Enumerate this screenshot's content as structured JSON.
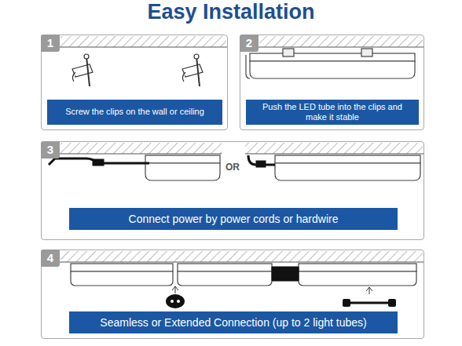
{
  "diagram": {
    "title": "Easy Installation",
    "nodes": [
      {
        "text": [
          "1"
        ]
      },
      {
        "text": [
          "Screw the clips on the wall or ceiling"
        ],
        "in": 0
      },
      {
        "text": [
          "2"
        ]
      },
      {
        "text": [
          "Push the LED tube into the clips and make it stable"
        ],
        "in": 2
      },
      {
        "text": [
          "3"
        ]
      },
      {
        "text": [
          "Connect power by power cords or hardwire"
        ],
        "in": 4
      },
      {
        "text": [
          "4"
        ]
      },
      {
        "text": [
          "Seamless or Extended Connection (up to 2 light tubes)"
        ],
        "in": 6
      }
    ],
    "labels": [
      "OR"
    ]
  }
}
